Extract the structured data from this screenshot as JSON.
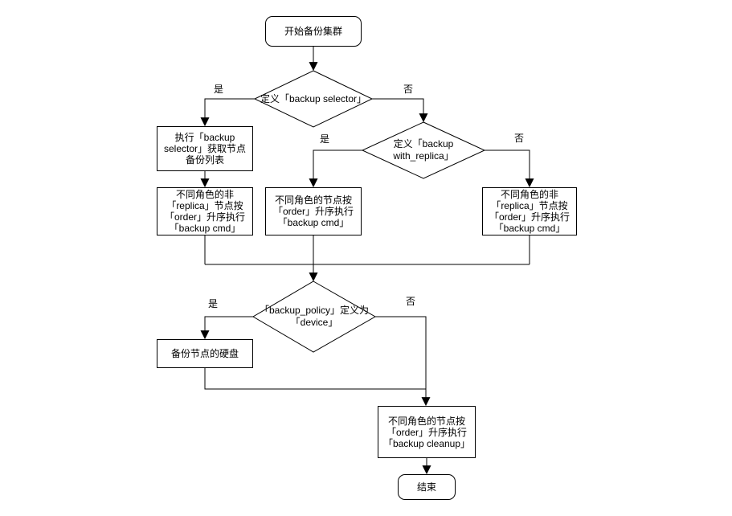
{
  "diagram": {
    "nodes": {
      "start": {
        "label": "开始备份集群"
      },
      "decision_selector": {
        "label": "定义「backup selector」"
      },
      "exec_selector": {
        "label": "执行「backup selector」获取节点备份列表"
      },
      "nonreplica_cmd_left": {
        "label": "不同角色的非「replica」节点按「order」升序执行「backup cmd」"
      },
      "decision_with_replica": {
        "label": "定义「backup with_replica」"
      },
      "all_roles_cmd": {
        "label": "不同角色的节点按「order」升序执行「backup cmd」"
      },
      "nonreplica_cmd_right": {
        "label": "不同角色的非「replica」节点按「order」升序执行「backup cmd」"
      },
      "decision_policy_device": {
        "label": "「backup_policy」定义为「device」"
      },
      "backup_disk": {
        "label": "备份节点的硬盘"
      },
      "cleanup": {
        "label": "不同角色的节点按「order」升序执行「backup cleanup」"
      },
      "end": {
        "label": "结束"
      }
    },
    "edge_labels": {
      "yes1": "是",
      "no1": "否",
      "yes2": "是",
      "no2": "否",
      "yes3": "是",
      "no3": "否"
    },
    "colors": {
      "stroke": "#000000",
      "fill": "#ffffff",
      "text": "#000000"
    }
  }
}
